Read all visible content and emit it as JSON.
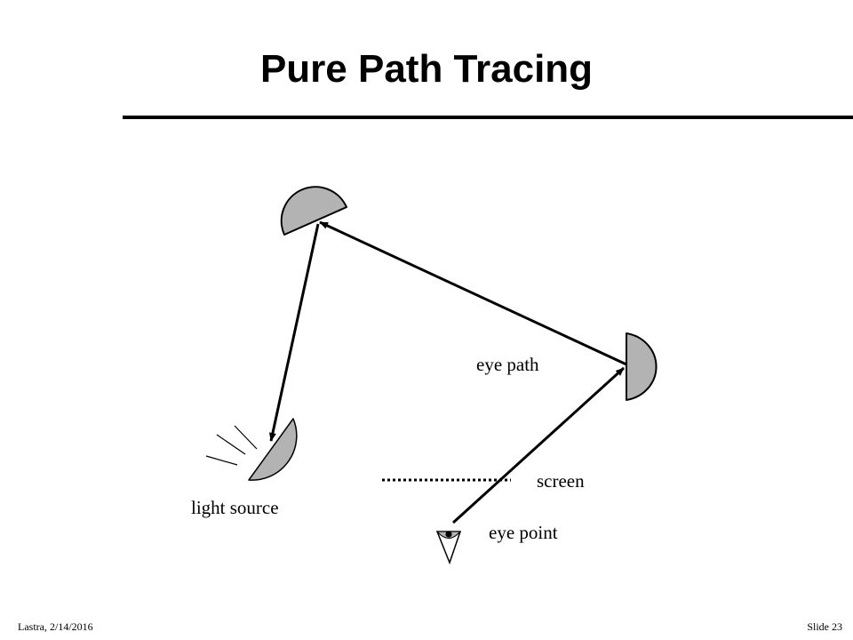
{
  "slide": {
    "title": "Pure Path Tracing"
  },
  "diagram": {
    "labels": {
      "eye_path": "eye path",
      "screen": "screen",
      "light_source": "light source",
      "eye_point": "eye point"
    },
    "colors": {
      "surface_fill": "#b3b3b3",
      "line": "#000000"
    }
  },
  "footer": {
    "left": "Lastra, 2/14/2016",
    "right": "Slide 23"
  }
}
